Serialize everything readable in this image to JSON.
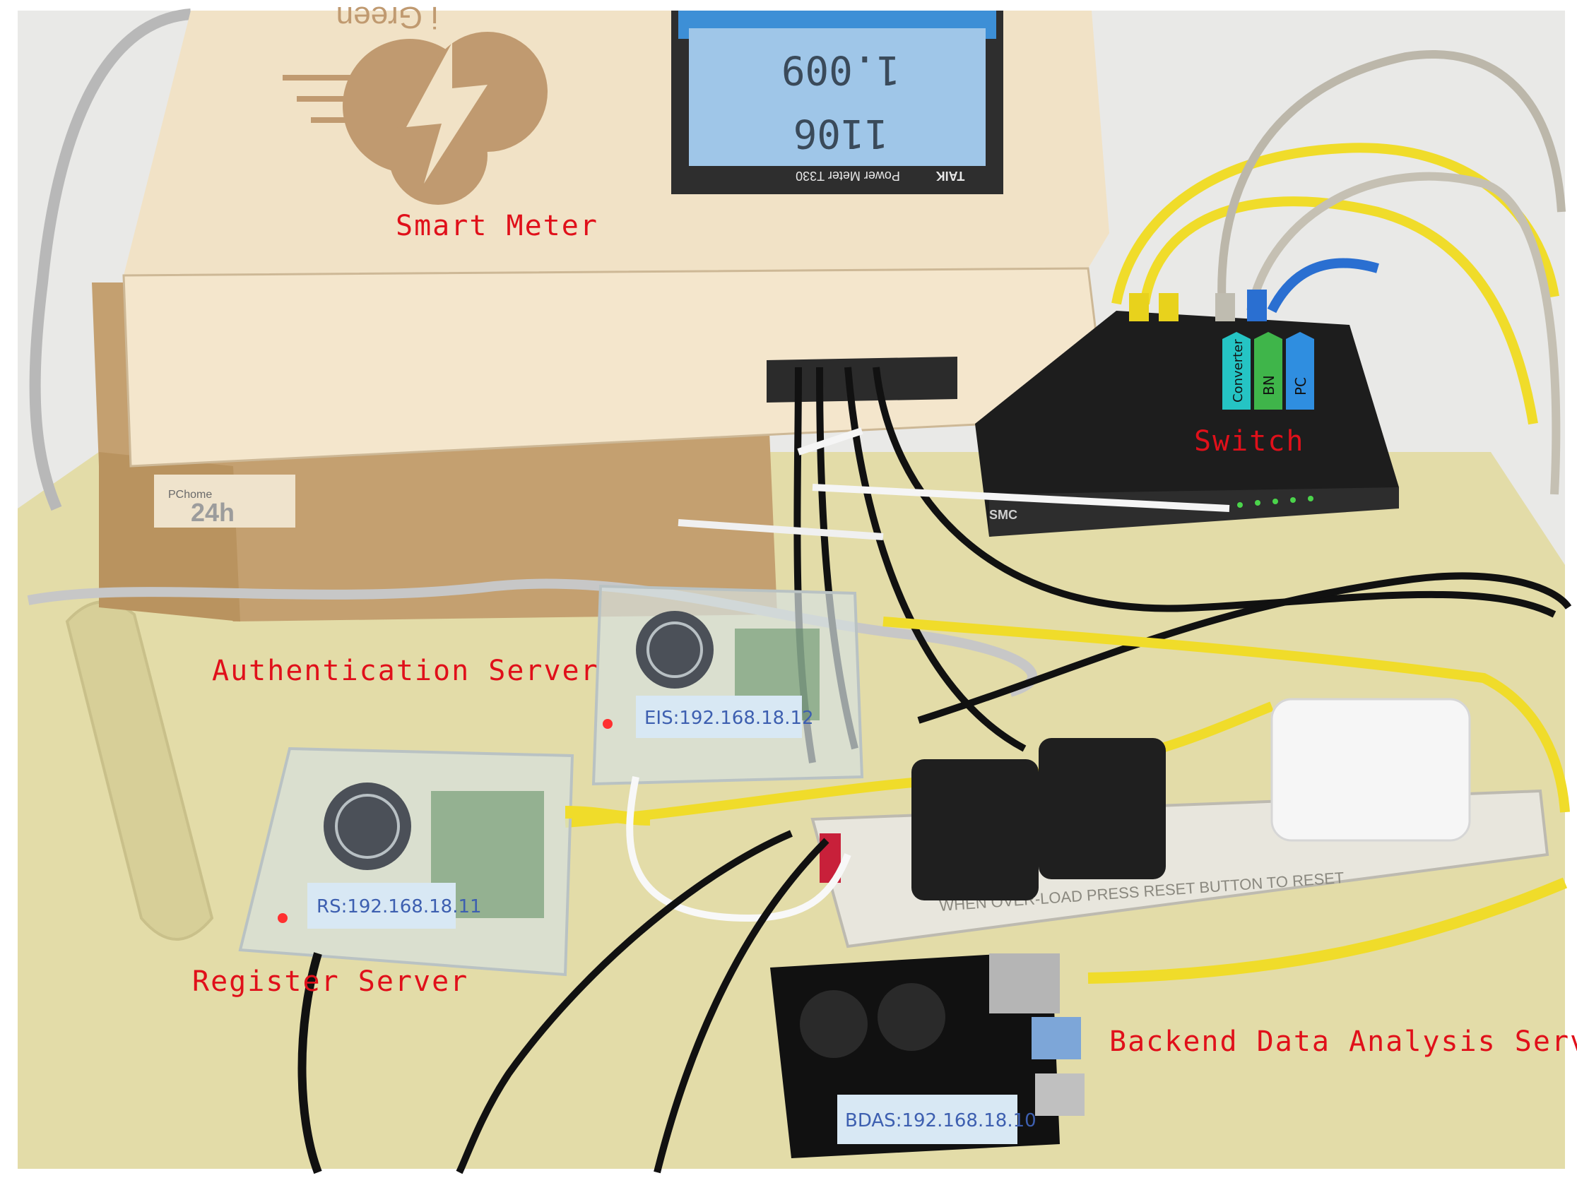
{
  "labels": {
    "smart_meter": "Smart Meter",
    "switch": "Switch",
    "authentication_server": "Authentication Server",
    "register_server": "Register Server",
    "backend_server": "Backend Data Analysis Server"
  },
  "device_tags": {
    "eis": "EIS:192.168.18.12",
    "rs": "RS:192.168.18.11",
    "bdas": "BDAS:192.168.18.10"
  },
  "meter": {
    "brand": "TAIK",
    "model": "Power Meter  T330",
    "reading_top": "1.009",
    "reading_bottom": "1106"
  },
  "box_text": {
    "logo": "i Green",
    "sticker": "24h",
    "sticker_brand": "PChome"
  },
  "switch_tags": [
    "Converter",
    "BN",
    "PC"
  ],
  "switch_brand": "SMC",
  "power_strip_text": "WHEN OVER-LOAD PRESS RESET BUTTON TO RESET",
  "colors": {
    "label_red": "#e0101a",
    "cable_yellow": "#f0dc2a",
    "table": "#e3dca8",
    "wood": "#f1e2c6",
    "cardboard": "#c4a070"
  }
}
